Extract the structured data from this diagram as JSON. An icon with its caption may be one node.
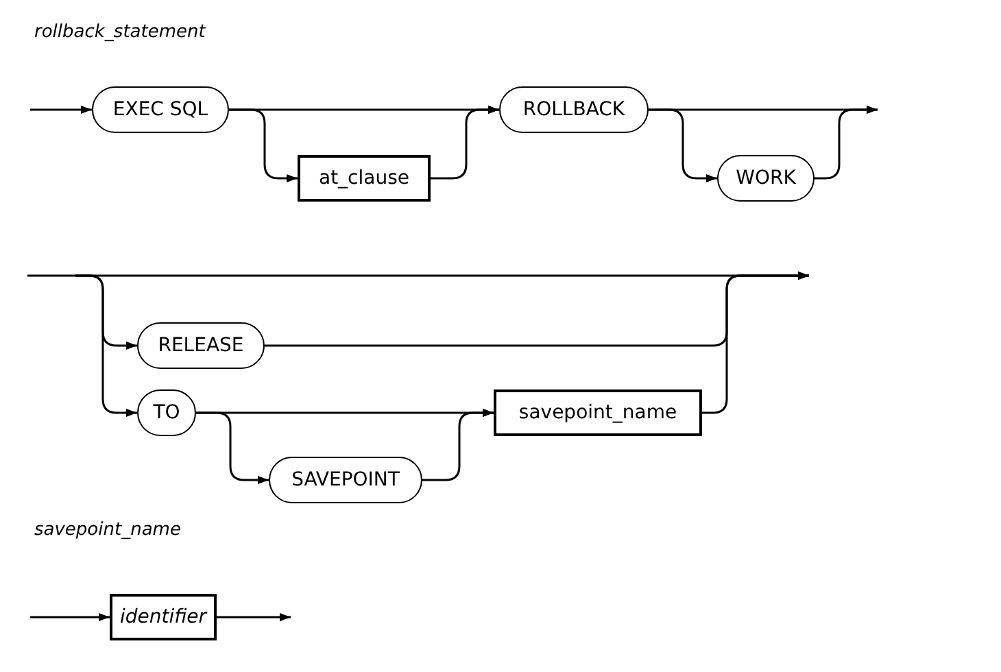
{
  "diagram": {
    "nodes": [
      {
        "text": [
          "EXEC SQL"
        ]
      },
      {
        "text": [
          "at_clause"
        ]
      },
      {
        "text": [
          "ROLLBACK"
        ]
      },
      {
        "text": [
          "WORK"
        ]
      },
      {
        "text": [
          "RELEASE"
        ]
      },
      {
        "text": [
          "TO"
        ]
      },
      {
        "text": [
          "SAVEPOINT"
        ]
      },
      {
        "text": [
          "savepoint_name"
        ]
      },
      {
        "text": [
          "identifier"
        ]
      }
    ],
    "edges": [
      {
        "from": null,
        "to": 0,
        "arrow": "to"
      },
      {
        "from": 0,
        "to": 2,
        "arrow": "to"
      },
      {
        "from": 0,
        "to": 1,
        "arrow": "to"
      },
      {
        "from": 1,
        "to": 2,
        "arrow": "to"
      },
      {
        "from": 2,
        "to": null,
        "arrow": "to"
      },
      {
        "from": 2,
        "to": 3,
        "arrow": "to"
      },
      {
        "from": 3,
        "to": null,
        "arrow": "to"
      },
      {
        "from": null,
        "to": 4,
        "arrow": "to"
      },
      {
        "from": null,
        "to": 5,
        "arrow": "to"
      },
      {
        "from": 4,
        "to": null,
        "arrow": "to"
      },
      {
        "from": 5,
        "to": 7,
        "arrow": "to"
      },
      {
        "from": 5,
        "to": 6,
        "arrow": "to"
      },
      {
        "from": 6,
        "to": 7,
        "arrow": "to"
      },
      {
        "from": 7,
        "to": null,
        "arrow": "to"
      },
      {
        "from": null,
        "to": 8,
        "arrow": "to"
      },
      {
        "from": 8,
        "to": null,
        "arrow": "to"
      }
    ],
    "labels": [
      "rollback_statement",
      "savepoint_name"
    ]
  }
}
